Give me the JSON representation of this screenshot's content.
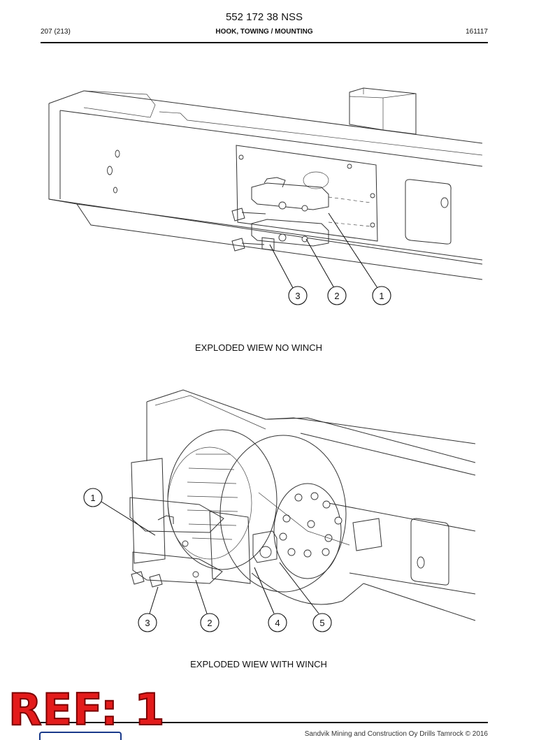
{
  "header": {
    "doc_number": "552 172 38 NSS",
    "page": "207 (213)",
    "title": "HOOK, TOWING / MOUNTING",
    "date_code": "161117"
  },
  "figures": [
    {
      "caption": "EXPLODED WIEW NO WINCH",
      "callouts": [
        "3",
        "2",
        "1"
      ]
    },
    {
      "caption": "EXPLODED WIEW WITH WINCH",
      "callouts": [
        "1",
        "3",
        "2",
        "4",
        "5"
      ]
    }
  ],
  "stamp": {
    "text": "REF: 1",
    "color": "#e31b1b"
  },
  "footer": {
    "copyright": "Sandvik Mining and Construction Oy Drills Tamrock © 2016"
  }
}
